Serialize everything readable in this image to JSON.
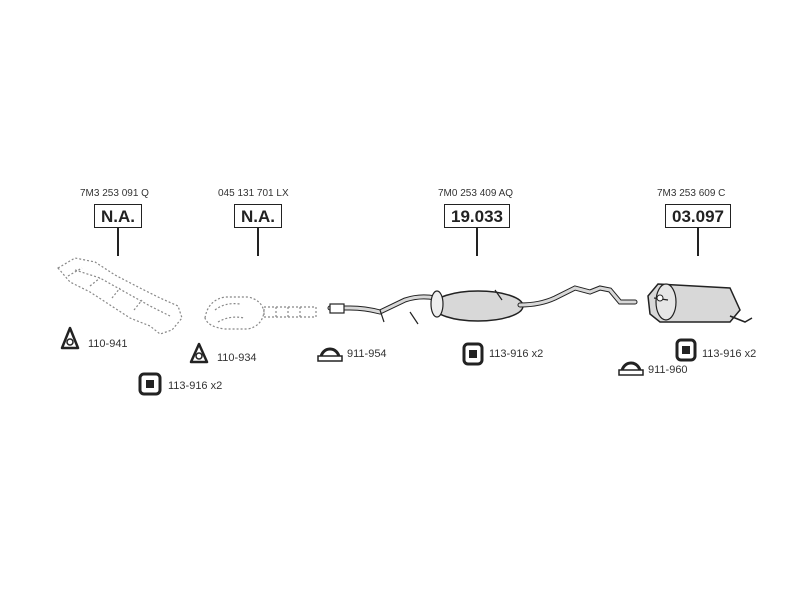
{
  "sections": [
    {
      "oem": "7M3 253 091 Q",
      "ref": "N.A."
    },
    {
      "oem": "045 131 701 LX",
      "ref": "N.A."
    },
    {
      "oem": "7M0 253 409 AQ",
      "ref": "19.033"
    },
    {
      "oem": "7M3 253 609 C",
      "ref": "03.097"
    }
  ],
  "accessories": [
    {
      "code": "110-941",
      "icon": "gasket-icon"
    },
    {
      "code": "110-934",
      "icon": "gasket-icon"
    },
    {
      "code": "113-916 x2",
      "icon": "rubber-mount-icon"
    },
    {
      "code": "911-954",
      "icon": "clamp-icon"
    },
    {
      "code": "113-916 x2",
      "icon": "rubber-mount-icon"
    },
    {
      "code": "911-960",
      "icon": "clamp-icon"
    },
    {
      "code": "113-916 x2",
      "icon": "rubber-mount-icon"
    }
  ],
  "colors": {
    "line": "#222222",
    "part_fill": "#d8d8d8",
    "dashed": "#888888"
  }
}
